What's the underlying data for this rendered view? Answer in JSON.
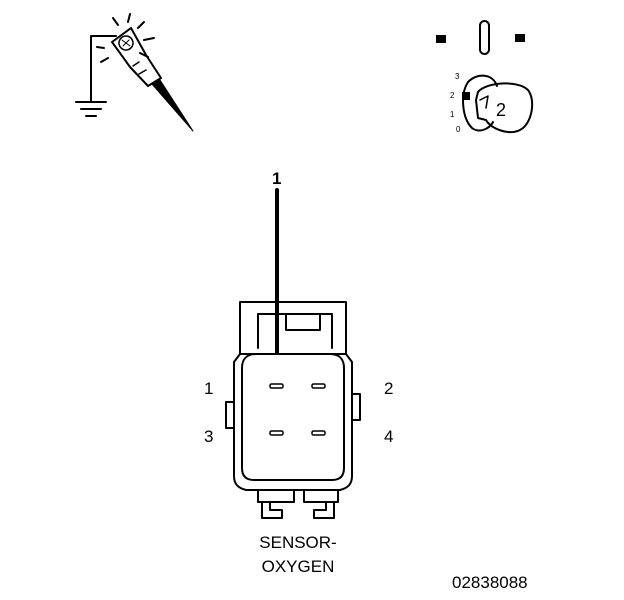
{
  "callout": {
    "label": "1"
  },
  "pins": {
    "p1": "1",
    "p2": "2",
    "p3": "3",
    "p4": "4"
  },
  "caption": {
    "line1": "SENSOR-",
    "line2": "OXYGEN"
  },
  "figure_number": "02838088",
  "ignition_switch": {
    "key_label": "2",
    "positions": [
      "3",
      "2",
      "1",
      "0"
    ]
  },
  "icons": {
    "probe": "test-probe-ground-icon",
    "ignition": "ignition-switch-icon"
  },
  "colors": {
    "ink": "#000000",
    "background": "#ffffff"
  }
}
